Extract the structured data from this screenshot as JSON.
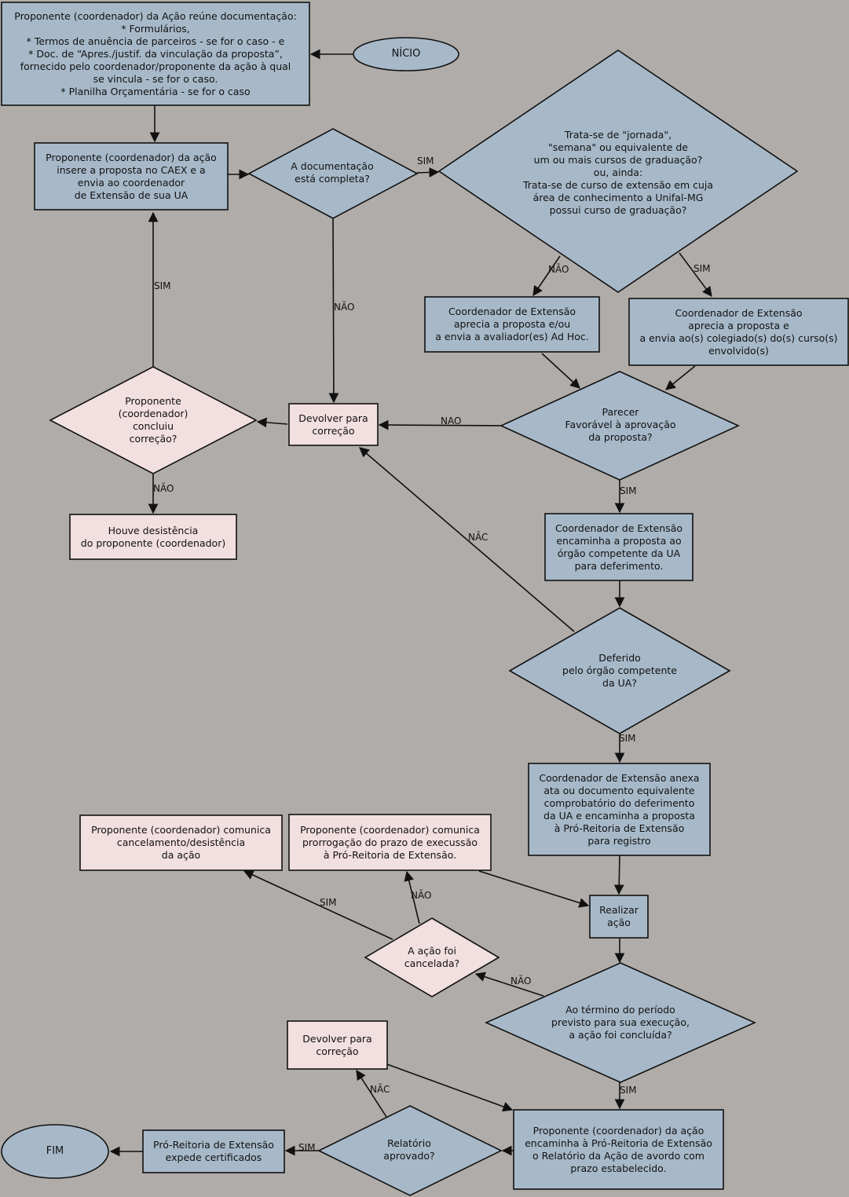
{
  "colors": {
    "background": "#b0aca9",
    "blue": "#a7b9c9",
    "pink": "#f2dfe0",
    "stroke": "#111111"
  },
  "nodes": {
    "inicio": "NÍCIO",
    "gather_docs": "Proponente (coordenador) da Ação reúne documentação:\n* Formulários,\n* Termos de anuência de parceiros - se for o caso - e\n* Doc. de “Apres./justif. da vinculação da proposta”,\nfornecido pelo coordenador/proponente da ação à qual\nse vincula - se for o caso.\n* Planilha Orçamentária - se for o caso",
    "insert_caex": "Proponente (coordenador) da ação\ninsere a proposta no CAEX e a\nenvia ao coordenador\nde Extensão de sua UA",
    "doc_complete": "A documentação\nestá completa?",
    "jornada_q": "Trata-se de \"jornada\",\n\"semana\" ou equivalente de\num ou mais cursos de graduação?\nou, ainda:\nTrata-se de curso de extensão em cuja\nárea de conhecimento a Unifal-MG\npossui curso de graduação?",
    "coord_adhoc": "Coordenador de Extensão\naprecia a proposta e/ou\na envia a avaliador(es) Ad Hoc.",
    "coord_colegiado": "Coordenador de Extensão\naprecia a proposta e\na envia ao(s) colegiado(s) do(s) curso(s)\nenvolvido(s)",
    "parecer_q": "Parecer\nFavorável à aprovação\nda proposta?",
    "devolver_1": "Devolver para\ncorreção",
    "proponente_corr_q": "Proponente\n(coordenador)\nconcluiu\ncorreção?",
    "desistencia": "Houve desistência\ndo proponente (coordenador)",
    "encaminha_orgao": "Coordenador de Extensão\nencaminha a proposta ao\nórgão competente da UA\npara deferimento.",
    "deferido_q": "Deferido\npelo órgão competente\nda UA?",
    "anexa_ata": "Coordenador de Extensão anexa\nata ou documento equivalente\ncomprobatório do deferimento\nda UA e encaminha a proposta\nà Pró-Reitoria de Extensão\npara registro",
    "comunica_cancel": "Proponente (coordenador) comunica\ncancelamento/desistência\nda ação",
    "comunica_prorrog": "Proponente (coordenador) comunica\nprorrogação do prazo de execussão\nà Pró-Reitoria de Extensão.",
    "realizar": "Realizar\nação",
    "cancelada_q": "A ação foi\ncancelada?",
    "termino_q": "Ao término do período\nprevisto para sua execução,\na ação foi concluída?",
    "devolver_2": "Devolver para\ncorreção",
    "relatorio_encaminha": "Proponente (coordenador) da ação\nencaminha à Pró-Reitoria de Extensão\no Relatório da Ação de avordo com\nprazo estabelecido.",
    "relatorio_q": "Relatório\naprovado?",
    "certificados": "Pró-Reitoria de Extensão\nexpede certificados",
    "fim": "FIM"
  },
  "edge_labels": {
    "sim_doc": "SIM",
    "nao_doc": "NÃO",
    "nao_jornada": "NÃO",
    "sim_jornada": "SIM",
    "nao_parecer": "NAO",
    "sim_parecer": "SIM",
    "sim_correcao": "SIM",
    "nao_correcao": "NÃO",
    "nao_deferido": "NÃC",
    "sim_deferido": "SIM",
    "sim_cancelada": "SIM",
    "nao_cancelada": "NÃO",
    "nao_termino": "NÃO",
    "sim_termino": "SIM",
    "nao_relatorio": "NÃC",
    "sim_relatorio": "SIM"
  }
}
